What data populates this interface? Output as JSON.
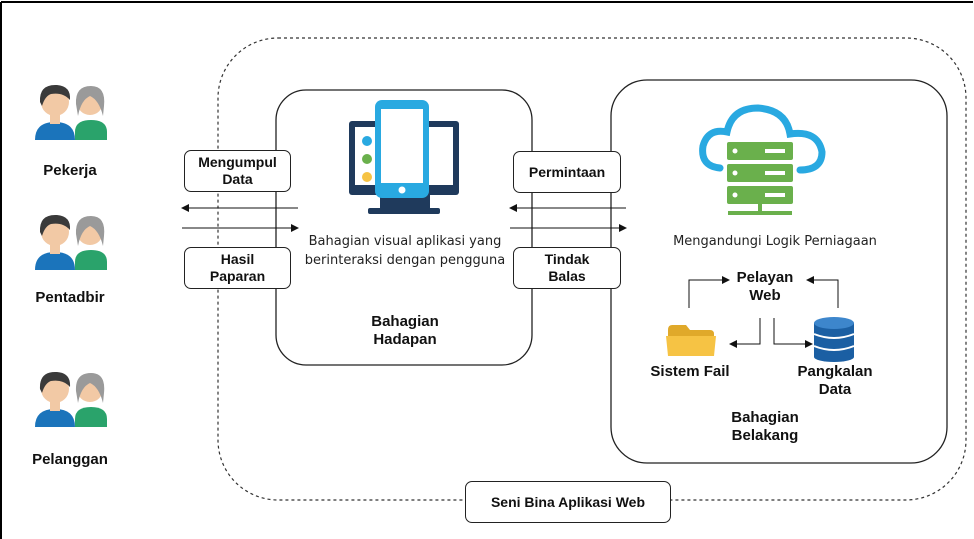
{
  "users": [
    {
      "label": "Pekerja",
      "icon": "users-icon"
    },
    {
      "label": "Pentadbir",
      "icon": "users-icon"
    },
    {
      "label": "Pelanggan",
      "icon": "users-icon"
    }
  ],
  "client_labels": {
    "collect": "Mengumpul\nData",
    "display": "Hasil\nPaparan"
  },
  "frontend": {
    "description": "Bahagian visual aplikasi yang\nberinteraksi dengan pengguna",
    "title": "Bahagian\nHadapan",
    "icon": "monitor-phone-icon"
  },
  "exchange_labels": {
    "request": "Permintaan",
    "response": "Tindak\nBalas"
  },
  "backend": {
    "description": "Mengandungi Logik Perniagaan",
    "web_server": "Pelayan\nWeb",
    "file_system": "Sistem Fail",
    "database": "Pangkalan\nData",
    "title": "Bahagian\nBelakang",
    "icons": [
      "cloud-server-icon",
      "folder-icon",
      "database-icon"
    ]
  },
  "architecture_title": "Seni Bina Aplikasi Web",
  "colors": {
    "user_hair": "#3a3a3a",
    "user_skin": "#f2c9a5",
    "user_shirt_blue": "#1b74bb",
    "user_shirt_green": "#2aa36b",
    "user_hair_grey": "#9a9a9a",
    "monitor_dark": "#1f3a5c",
    "phone_blue": "#29a9e1",
    "server_green": "#6ab04c",
    "cloud_blue": "#29a9e1",
    "folder_yellow": "#f6c344",
    "database_blue": "#1b5fa3"
  }
}
